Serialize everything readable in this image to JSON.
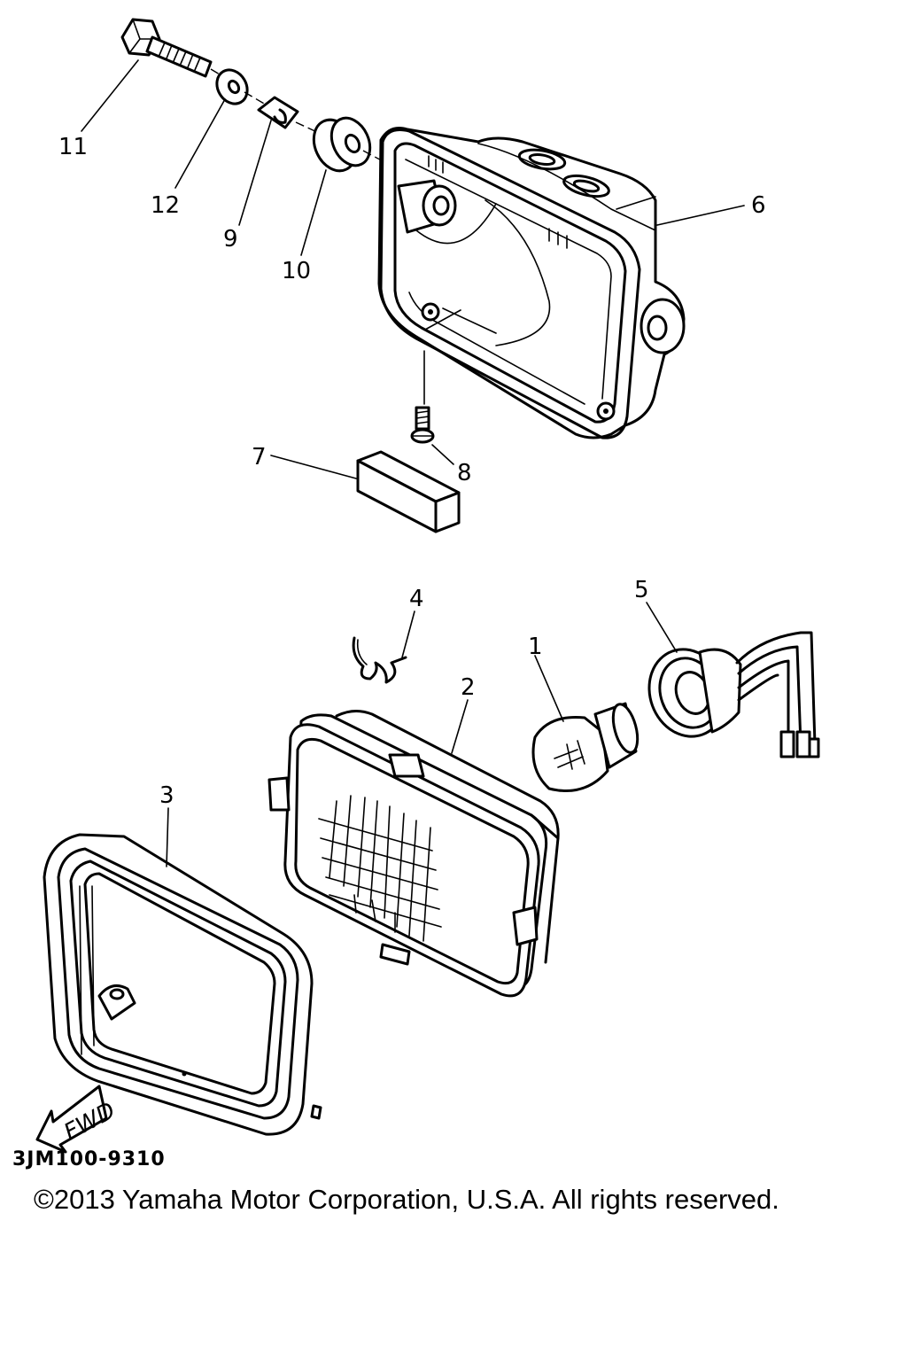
{
  "callouts": {
    "c1": "1",
    "c2": "2",
    "c3": "3",
    "c4": "4",
    "c5": "5",
    "c6": "6",
    "c7": "7",
    "c8": "8",
    "c9": "9",
    "c10": "10",
    "c11": "11",
    "c12": "12"
  },
  "fwd_label": "FWD",
  "figure_code": "3JM100-9310",
  "copyright": "©2013 Yamaha Motor Corporation, U.S.A. All rights reserved."
}
